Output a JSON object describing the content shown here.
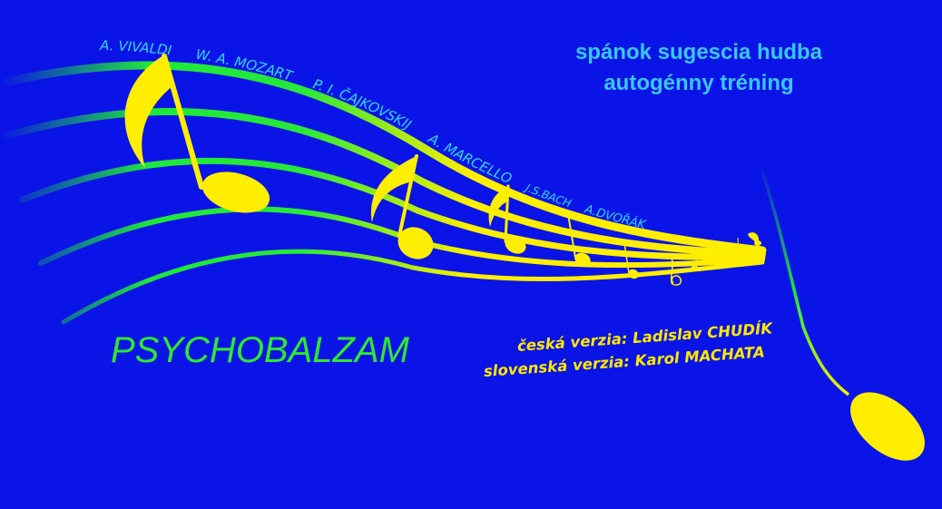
{
  "colors": {
    "background": "#0a14e6",
    "staff_green": "#1ee83a",
    "staff_yellow": "#ffee00",
    "notes": "#ffee00",
    "composers": "#2fd8ff",
    "subtitle": "#38c7ff",
    "title": "#2fe82f",
    "credits": "#ffe700"
  },
  "composers": [
    "A. VIVALDI",
    "W. A. MOZART",
    "P. I. ČAJKOVSKIJ",
    "A. MARCELLO",
    "J.S.BACH",
    "A.DVOŘÁK"
  ],
  "subtitle": {
    "line1": "spánok sugescia hudba",
    "line2": "autogénny tréning"
  },
  "title": "PSYCHOBALZAM",
  "credits": {
    "czech": "česká verzia: Ladislav CHUDÍK",
    "slovak": "slovenská verzia: Karol MACHATA"
  }
}
